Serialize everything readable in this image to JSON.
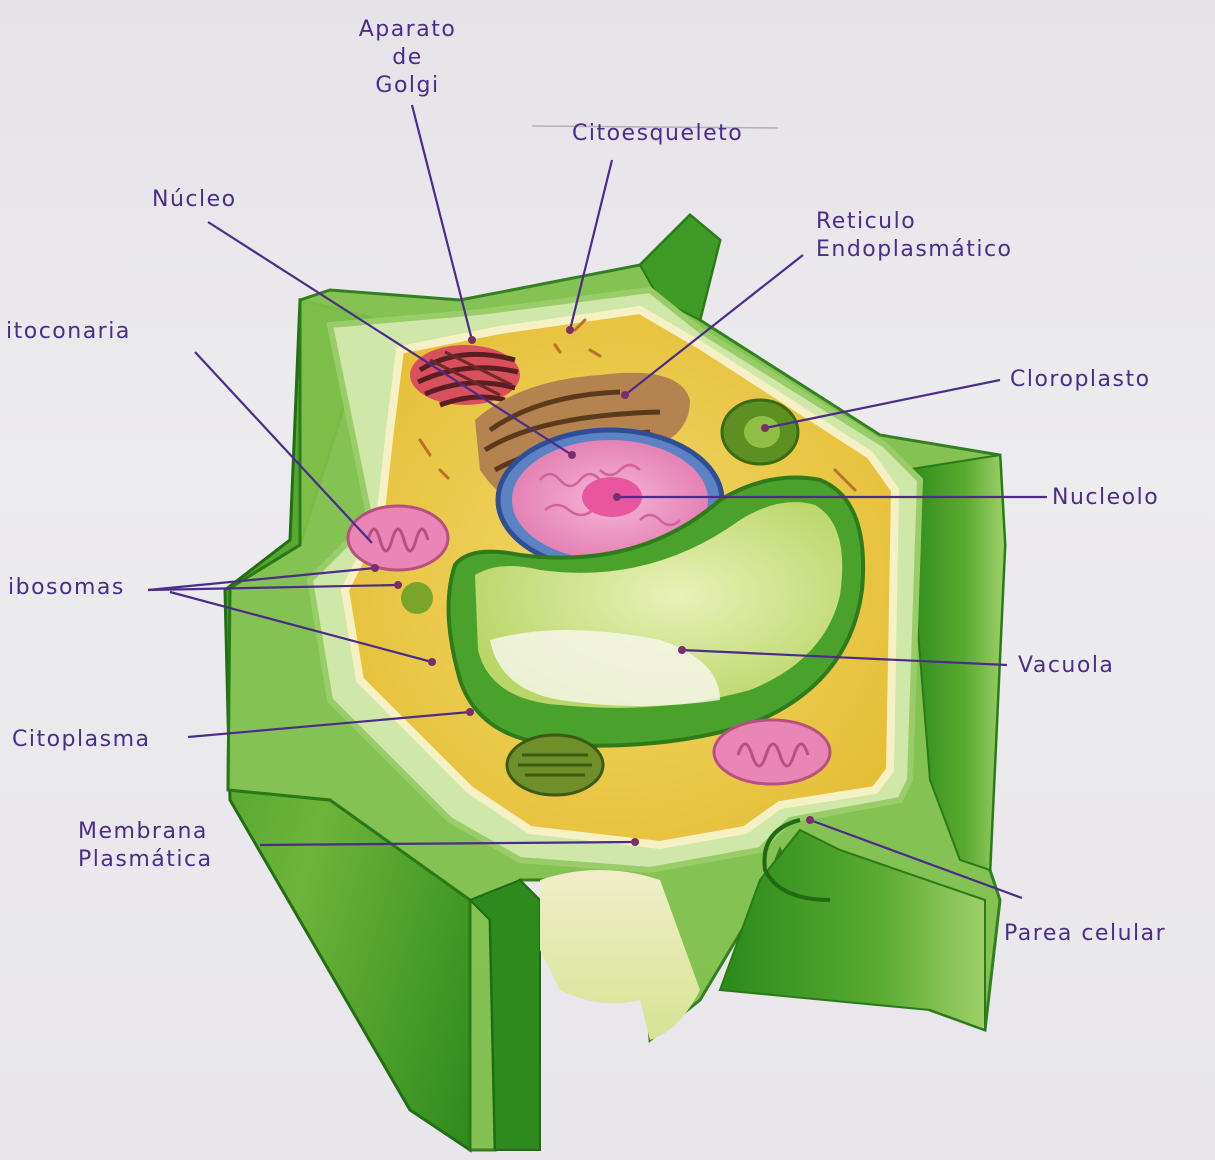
{
  "diagram": {
    "labels": {
      "golgi": [
        "Aparato",
        "de",
        "Golgi"
      ],
      "citoesqueleto": "Citoesqueleto",
      "nucleo": "Núcleo",
      "reticulo": [
        "Reticulo",
        "Endoplasmático"
      ],
      "mitocondria": "itoconaria",
      "cloroplasto": "Cloroplasto",
      "nucleolo": "Nucleolo",
      "ribosomas": "ibosomas",
      "vacuola": "Vacuola",
      "citoplasma": "Citoplasma",
      "membrana": [
        "Membrana",
        "Plasmática"
      ],
      "pared": "Parea celular"
    },
    "colors": {
      "ink": "#4b2c8a",
      "wall_dark": "#2f8a1f",
      "wall_light": "#8fc95a",
      "wall_pale": "#cfe7a8",
      "cytoplasm": "#eccb4a",
      "nucleus": "#ec8fc0",
      "nucleus_rim": "#3d5fa8",
      "vacuole": "#cbe07a",
      "golgi": "#8b2b3a",
      "er": "#8a5a2e",
      "mitochondria": "#e985b3",
      "chloroplast": "#6f9a2a"
    }
  }
}
